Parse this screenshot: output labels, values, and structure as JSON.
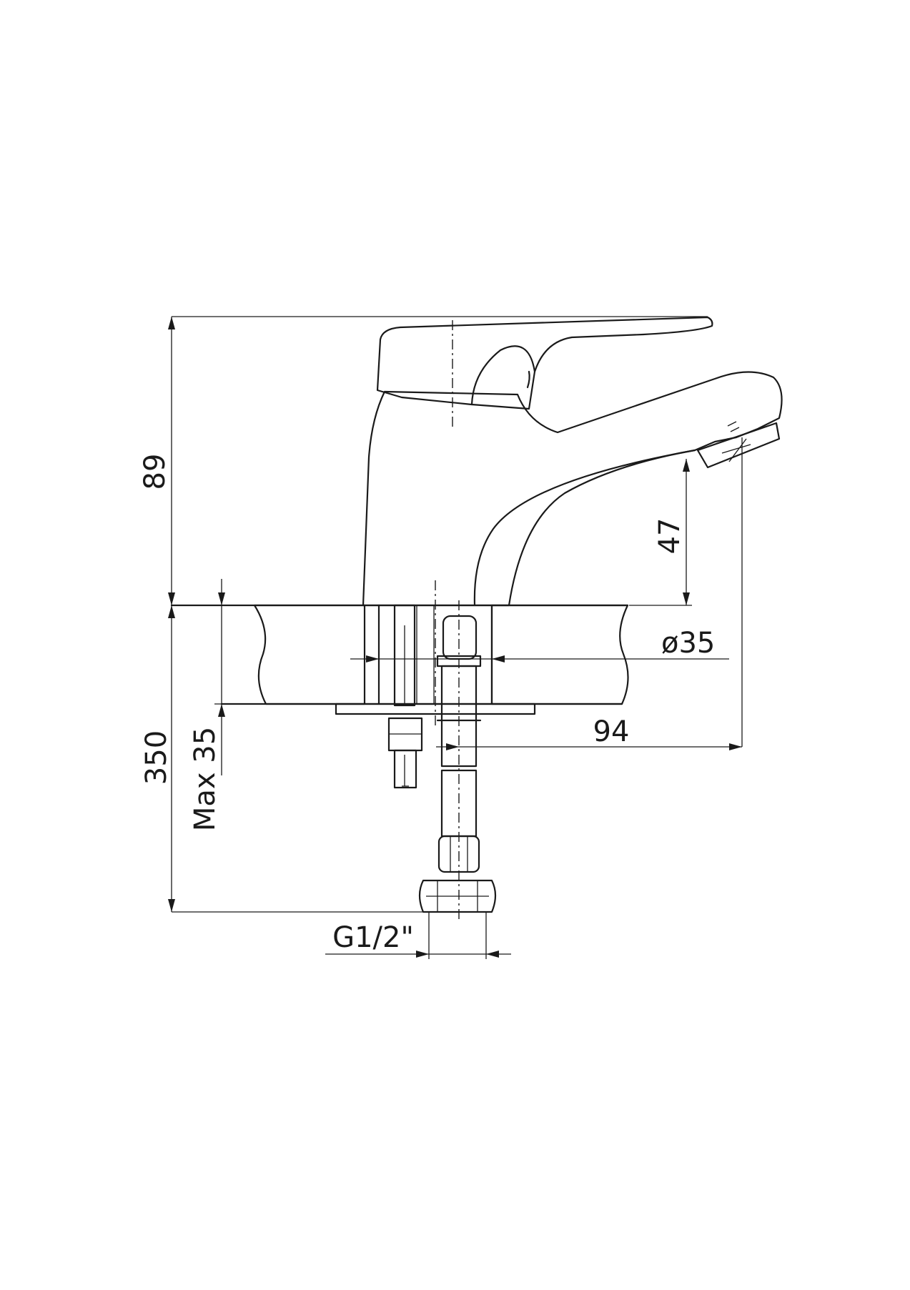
{
  "dimensions": {
    "overall_height": "89",
    "spout_height": "47",
    "hose_length": "350",
    "max_thickness": "Max 35",
    "hole_diameter": "ø35",
    "spout_reach": "94",
    "thread": "G1/2\""
  }
}
